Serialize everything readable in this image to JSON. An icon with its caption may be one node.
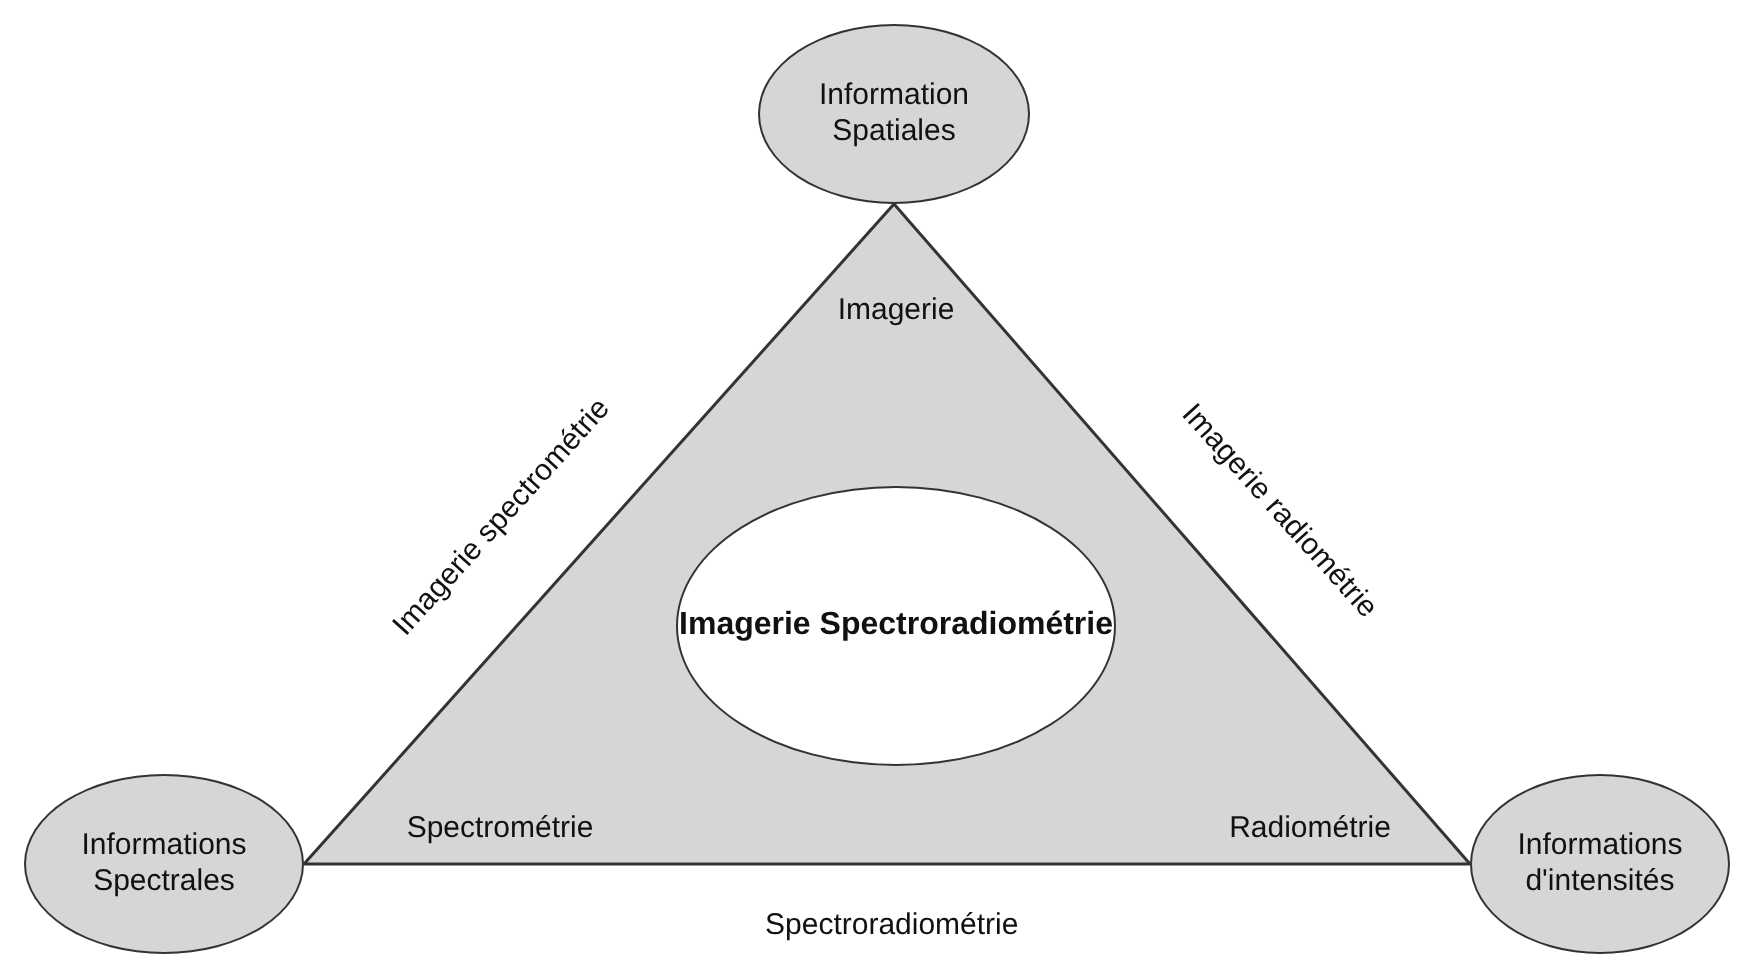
{
  "diagram": {
    "nodes": [
      {
        "text": [
          "Information Spatiales"
        ]
      },
      {
        "text": [
          "Imagerie",
          "Spectrométrie",
          "Radiométrie"
        ]
      },
      {
        "text": [
          "Imagerie Spectroradiométrie"
        ],
        "in": 1
      },
      {
        "text": [
          "Informations Spectrales"
        ]
      },
      {
        "text": [
          "Informations d'intensités"
        ]
      }
    ],
    "edges": [
      {
        "from": 0,
        "to": 3,
        "arrow": "none",
        "label": "Imagerie spectrométrie"
      },
      {
        "from": 0,
        "to": 4,
        "arrow": "none",
        "label": "Imagerie radiométrie"
      },
      {
        "from": 3,
        "to": 4,
        "arrow": "none",
        "label": "Spectroradiométrie"
      }
    ]
  }
}
